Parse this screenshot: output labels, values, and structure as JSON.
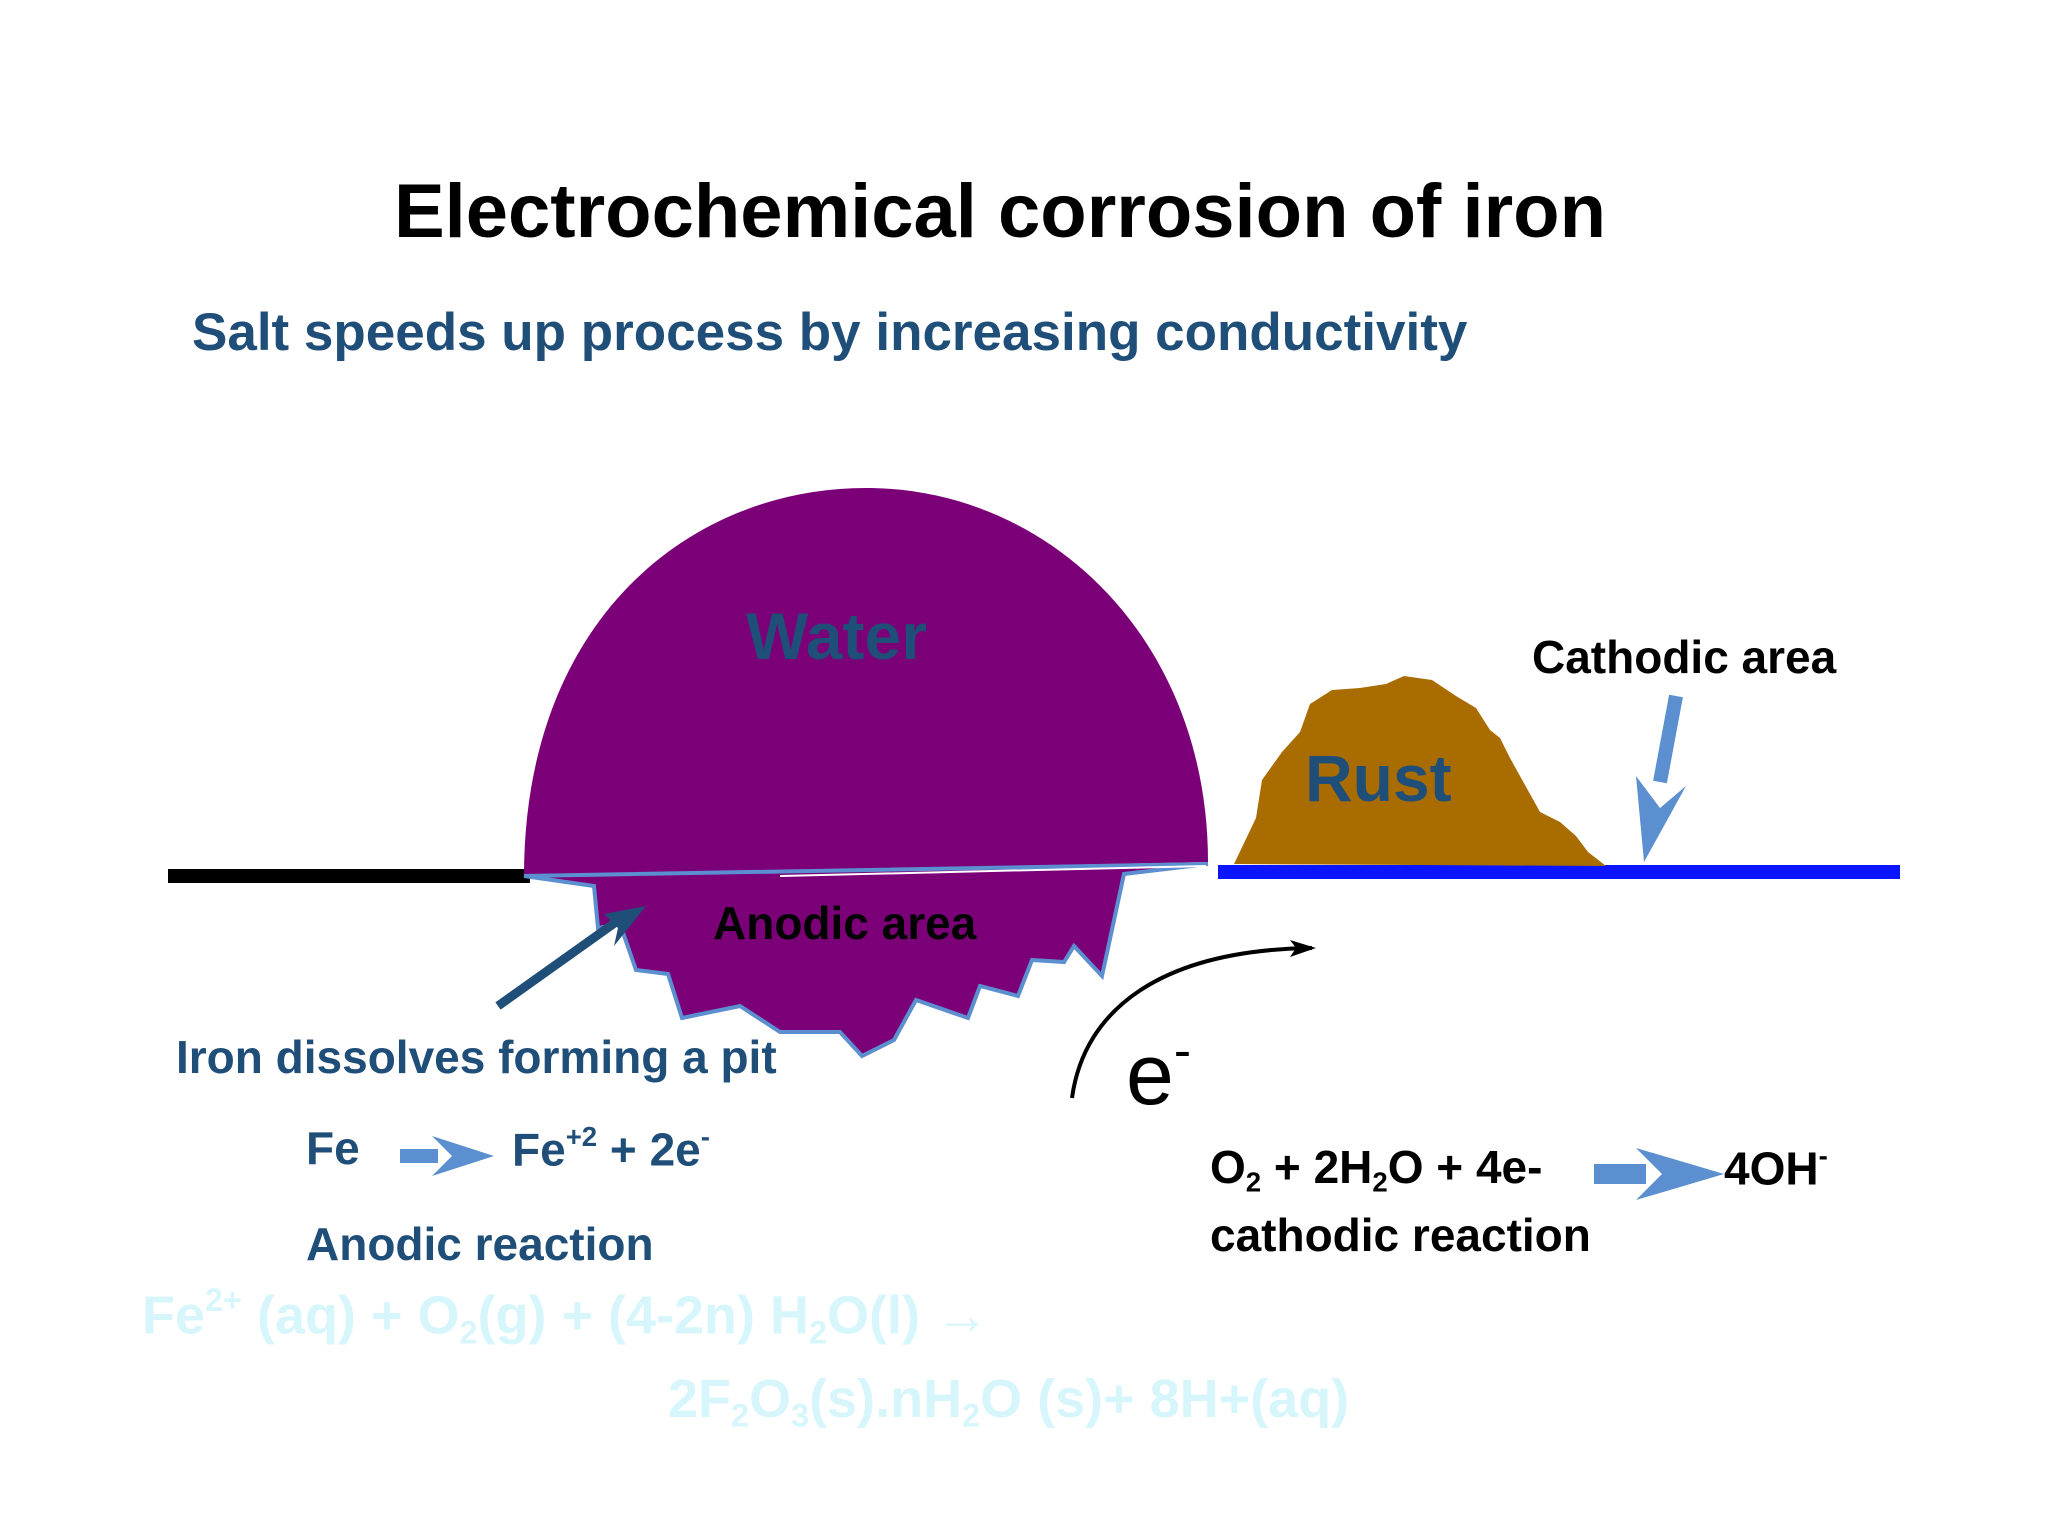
{
  "title": "Electrochemical corrosion of iron",
  "subtitle": "Salt speeds up process by increasing conductivity",
  "labels": {
    "water": "Water",
    "rust": "Rust",
    "cathodic_area": "Cathodic area",
    "anodic_area": "Anodic area",
    "pit": "Iron dissolves forming a pit",
    "electron": "e",
    "electron_sup": "-"
  },
  "anodic": {
    "fe": "Fe",
    "fe_ion": "Fe",
    "fe_ion_sup": "+2",
    "fe_rest": " + 2e",
    "fe_rest_sup": "-",
    "reaction_label": "Anodic reaction"
  },
  "cathodic": {
    "o": "O",
    "o_sub": "2",
    "mid1": " + 2H",
    "h_sub": "2",
    "mid2": "O + 4e-",
    "product": "4OH",
    "product_sup": "-",
    "reaction_label": "cathodic reaction"
  },
  "rust_formation": {
    "p1": "Fe",
    "p1_sup": "2+",
    "p2": " (aq) + O",
    "p2_sub": "2",
    "p3": "(g) + (4-2n) H",
    "p3_sub": "2",
    "p4": "O(l) →",
    "q1": "2F",
    "q1_sub": "2",
    "q2": "O",
    "q2_sub": "3",
    "q3": "(s).nH",
    "q3_sub": "2",
    "q4": "O (s)+ 8H+(aq)"
  },
  "colors": {
    "water": "#7b0078",
    "rust": "#a86c00",
    "cathode_line": "#0a14ff",
    "iron_line": "#000000",
    "arrow": "#5b8fd0",
    "dark_blue_text": "#1f4e79",
    "faint_text": "#d6f6fb"
  }
}
